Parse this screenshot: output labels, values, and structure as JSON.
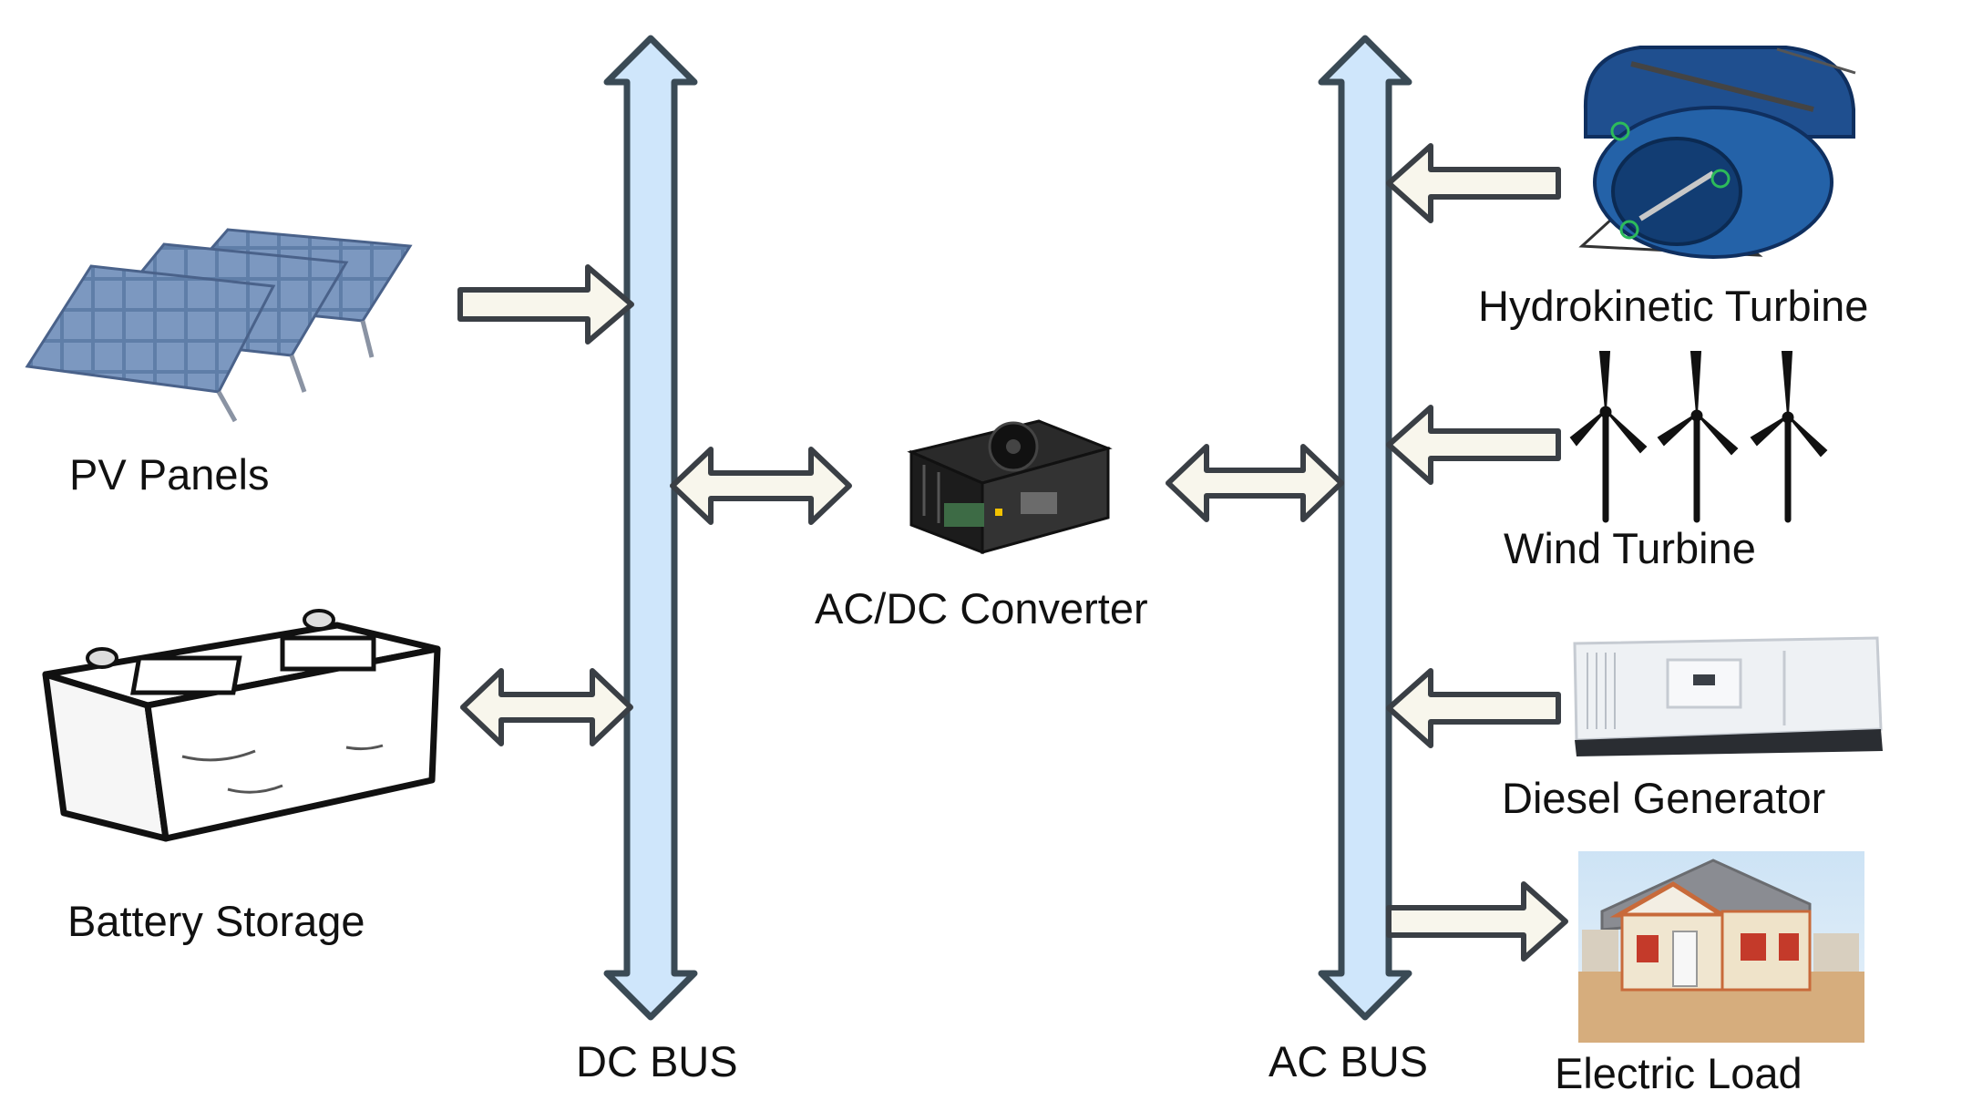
{
  "labels": {
    "pv_panels": "PV Panels",
    "battery_storage": "Battery Storage",
    "dc_bus": "DC BUS",
    "ac_dc_converter": "AC/DC Converter",
    "ac_bus": "AC BUS",
    "hydrokinetic_turbine": "Hydrokinetic Turbine",
    "wind_turbine": "Wind Turbine",
    "diesel_generator": "Diesel Generator",
    "electric_load": "Electric Load"
  },
  "colors": {
    "bus_fill": "#cfe6fb",
    "bus_stroke": "#3a4a55",
    "arrow_fill": "#f8f6ec",
    "arrow_stroke": "#3a3f45",
    "solar_panel": "#5f7ea8",
    "turbine_blue": "#1f4f8f",
    "generator_body": "#eef1f4",
    "house_wall": "#f0e6d0",
    "house_roof": "#8a8c92",
    "ground": "#d6ad7d"
  },
  "icons": {
    "pv": "solar-panel-icon",
    "battery": "battery-icon",
    "converter": "converter-icon",
    "hydro": "hydrokinetic-turbine-icon",
    "wind": "wind-turbine-icon",
    "diesel": "diesel-generator-icon",
    "load": "house-icon"
  }
}
